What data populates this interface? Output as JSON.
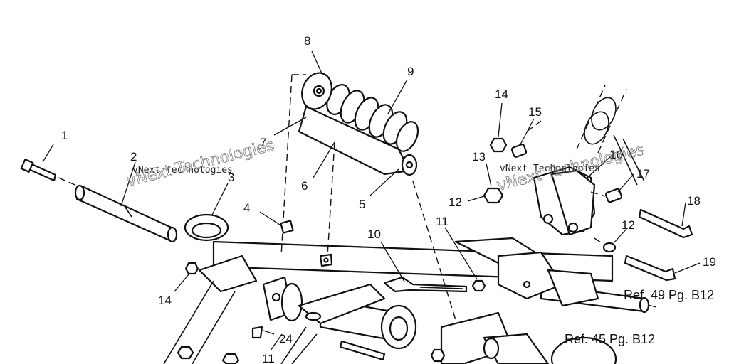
{
  "callouts": {
    "c1": "1",
    "c2": "2",
    "c3": "3",
    "c4": "4",
    "c5": "5",
    "c6": "6",
    "c7": "7",
    "c8": "8",
    "c9": "9",
    "c10": "10",
    "c11a": "11",
    "c11b": "11",
    "c12a": "12",
    "c12b": "12",
    "c13": "13",
    "c14a": "14",
    "c14b": "14",
    "c15": "15",
    "c16": "16",
    "c17": "17",
    "c18": "18",
    "c19": "19",
    "c24": "24"
  },
  "references": {
    "ref49": "Ref. 49 Pg. B12",
    "ref45": "Ref. 45 Pg. B12"
  },
  "watermark": {
    "text": "vNext Technologies",
    "outline": "vNext Technologies"
  }
}
